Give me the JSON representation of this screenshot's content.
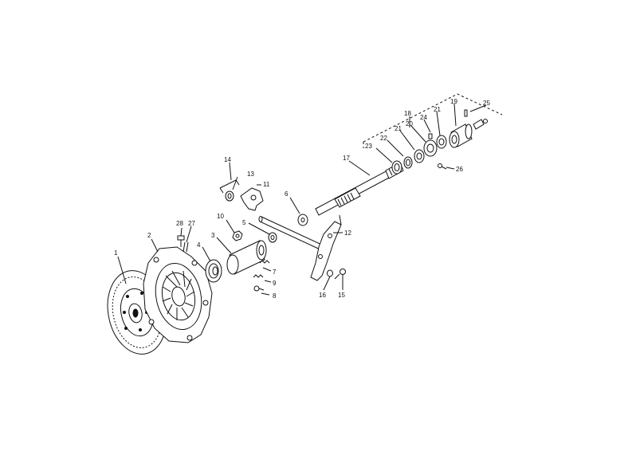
{
  "callouts": [
    {
      "id": "c1",
      "label": "1"
    },
    {
      "id": "c2",
      "label": "2"
    },
    {
      "id": "c3",
      "label": "3"
    },
    {
      "id": "c4",
      "label": "4"
    },
    {
      "id": "c5",
      "label": "5"
    },
    {
      "id": "c6",
      "label": "6"
    },
    {
      "id": "c7",
      "label": "7"
    },
    {
      "id": "c8",
      "label": "8"
    },
    {
      "id": "c9",
      "label": "9"
    },
    {
      "id": "c10",
      "label": "10"
    },
    {
      "id": "c11",
      "label": "11"
    },
    {
      "id": "c12",
      "label": "12"
    },
    {
      "id": "c13",
      "label": "13"
    },
    {
      "id": "c14",
      "label": "14"
    },
    {
      "id": "c15",
      "label": "15"
    },
    {
      "id": "c16",
      "label": "16"
    },
    {
      "id": "c17",
      "label": "17"
    },
    {
      "id": "c18",
      "label": "18"
    },
    {
      "id": "c19",
      "label": "19"
    },
    {
      "id": "c20",
      "label": "20"
    },
    {
      "id": "c21a",
      "label": "21"
    },
    {
      "id": "c21b",
      "label": "21"
    },
    {
      "id": "c22",
      "label": "22"
    },
    {
      "id": "c23",
      "label": "23"
    },
    {
      "id": "c24",
      "label": "24"
    },
    {
      "id": "c25",
      "label": "25"
    },
    {
      "id": "c26",
      "label": "26"
    },
    {
      "id": "c27",
      "label": "27"
    },
    {
      "id": "c28",
      "label": "28"
    }
  ]
}
